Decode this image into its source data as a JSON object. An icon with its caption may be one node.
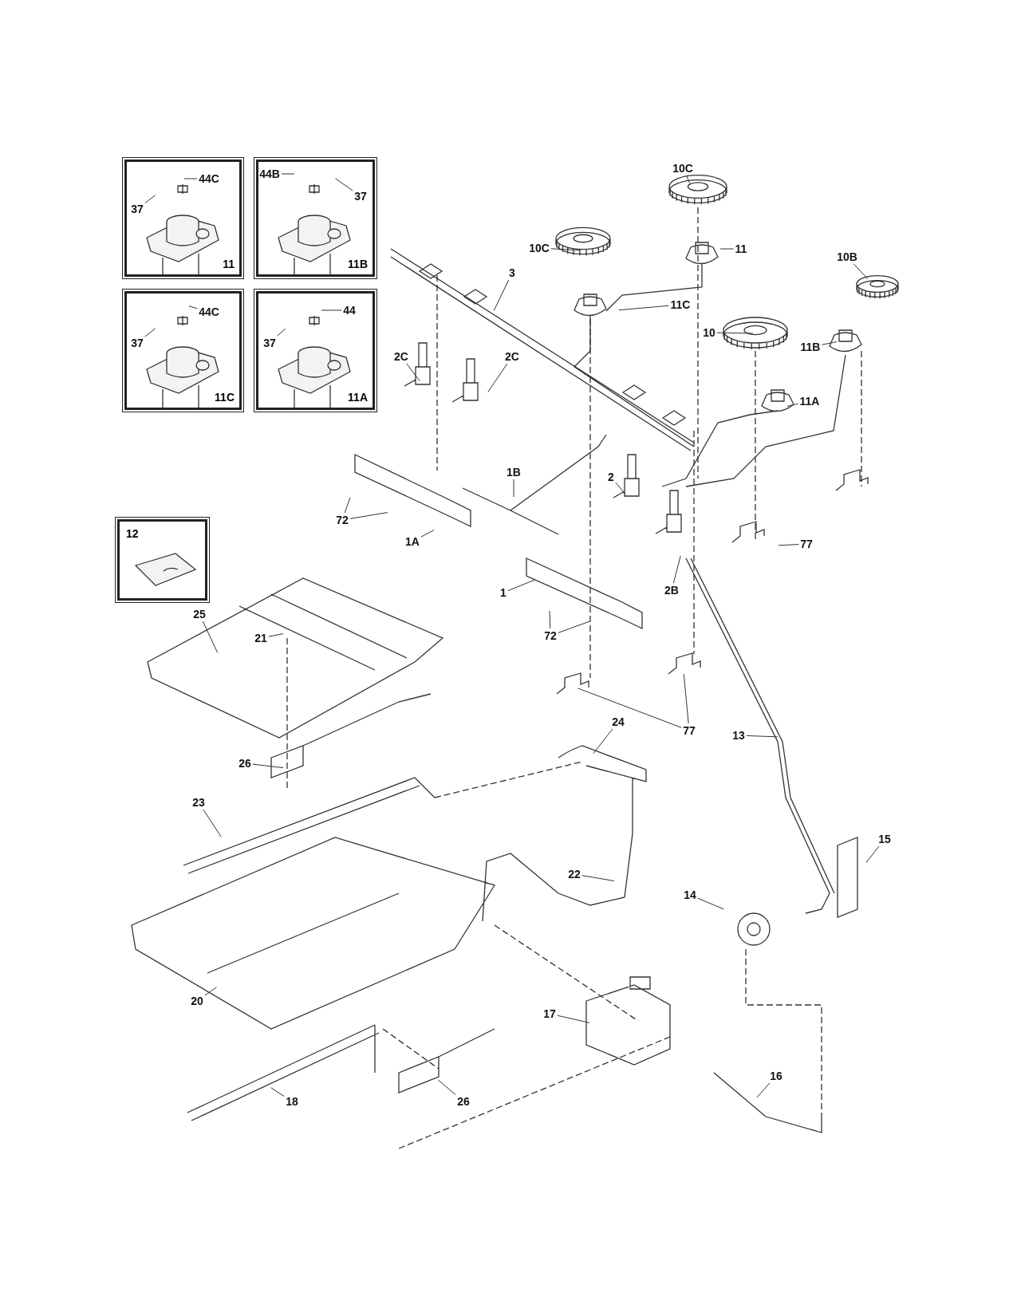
{
  "diagram": {
    "nodes": [
      {
        "text": [
          "11"
        ]
      },
      {
        "text": [
          "44C"
        ],
        "in": 0
      },
      {
        "text": [
          "37"
        ],
        "in": 0
      },
      {
        "text": [
          "11B"
        ]
      },
      {
        "text": [
          "44B"
        ],
        "in": 3
      },
      {
        "text": [
          "37"
        ],
        "in": 3
      },
      {
        "text": [
          "11C"
        ]
      },
      {
        "text": [
          "44C"
        ],
        "in": 6
      },
      {
        "text": [
          "37"
        ],
        "in": 6
      },
      {
        "text": [
          "11A"
        ]
      },
      {
        "text": [
          "44"
        ],
        "in": 9
      },
      {
        "text": [
          "37"
        ],
        "in": 9
      },
      {
        "text": [
          "12"
        ]
      },
      {
        "text": [
          "10C"
        ]
      },
      {
        "text": [
          "11"
        ]
      },
      {
        "text": [
          "10C"
        ]
      },
      {
        "text": [
          "3"
        ]
      },
      {
        "text": [
          "11C"
        ]
      },
      {
        "text": [
          "10B"
        ]
      },
      {
        "text": [
          "11B"
        ]
      },
      {
        "text": [
          "10"
        ]
      },
      {
        "text": [
          "11A"
        ]
      },
      {
        "text": [
          "2C"
        ]
      },
      {
        "text": [
          "2C"
        ]
      },
      {
        "text": [
          "1B"
        ]
      },
      {
        "text": [
          "2"
        ]
      },
      {
        "text": [
          "72"
        ]
      },
      {
        "text": [
          "1A"
        ]
      },
      {
        "text": [
          "2B"
        ]
      },
      {
        "text": [
          "77"
        ]
      },
      {
        "text": [
          "1"
        ]
      },
      {
        "text": [
          "72"
        ]
      },
      {
        "text": [
          "77"
        ]
      },
      {
        "text": [
          "13"
        ]
      },
      {
        "text": [
          "25"
        ]
      },
      {
        "text": [
          "21"
        ]
      },
      {
        "text": [
          "26"
        ]
      },
      {
        "text": [
          "24"
        ]
      },
      {
        "text": [
          "23"
        ]
      },
      {
        "text": [
          "22"
        ]
      },
      {
        "text": [
          "15"
        ]
      },
      {
        "text": [
          "14"
        ]
      },
      {
        "text": [
          "20"
        ]
      },
      {
        "text": [
          "17"
        ]
      },
      {
        "text": [
          "16"
        ]
      },
      {
        "text": [
          "18"
        ]
      },
      {
        "text": [
          "26"
        ]
      }
    ],
    "edges": [
      {
        "from": 1,
        "to": null,
        "arrow": "none"
      },
      {
        "from": 2,
        "to": null,
        "arrow": "none"
      },
      {
        "from": 4,
        "to": null,
        "arrow": "none"
      },
      {
        "from": 5,
        "to": null,
        "arrow": "none"
      },
      {
        "from": 7,
        "to": null,
        "arrow": "none"
      },
      {
        "from": 8,
        "to": null,
        "arrow": "none"
      },
      {
        "from": 10,
        "to": null,
        "arrow": "none"
      },
      {
        "from": 11,
        "to": null,
        "arrow": "none"
      },
      {
        "from": 13,
        "to": null,
        "arrow": "none"
      },
      {
        "from": 14,
        "to": null,
        "arrow": "none"
      },
      {
        "from": 15,
        "to": null,
        "arrow": "none"
      },
      {
        "from": 16,
        "to": null,
        "arrow": "none"
      },
      {
        "from": 17,
        "to": null,
        "arrow": "none"
      },
      {
        "from": 18,
        "to": null,
        "arrow": "none"
      },
      {
        "from": 19,
        "to": null,
        "arrow": "none"
      },
      {
        "from": 20,
        "to": null,
        "arrow": "none"
      },
      {
        "from": 21,
        "to": null,
        "arrow": "none"
      },
      {
        "from": 22,
        "to": null,
        "arrow": "none"
      },
      {
        "from": 23,
        "to": null,
        "arrow": "none"
      },
      {
        "from": 24,
        "to": null,
        "arrow": "none"
      },
      {
        "from": 25,
        "to": null,
        "arrow": "none"
      },
      {
        "from": 26,
        "to": null,
        "arrow": "none"
      },
      {
        "from": 26,
        "to": null,
        "arrow": "none"
      },
      {
        "from": 27,
        "to": null,
        "arrow": "none"
      },
      {
        "from": 28,
        "to": null,
        "arrow": "none"
      },
      {
        "from": 29,
        "to": null,
        "arrow": "none"
      },
      {
        "from": 30,
        "to": null,
        "arrow": "none"
      },
      {
        "from": 31,
        "to": null,
        "arrow": "none"
      },
      {
        "from": 31,
        "to": null,
        "arrow": "none"
      },
      {
        "from": 32,
        "to": null,
        "arrow": "none"
      },
      {
        "from": 32,
        "to": null,
        "arrow": "none"
      },
      {
        "from": 33,
        "to": null,
        "arrow": "none"
      },
      {
        "from": 34,
        "to": null,
        "arrow": "none"
      },
      {
        "from": 35,
        "to": null,
        "arrow": "none"
      },
      {
        "from": 36,
        "to": null,
        "arrow": "none"
      },
      {
        "from": 37,
        "to": null,
        "arrow": "none"
      },
      {
        "from": 38,
        "to": null,
        "arrow": "none"
      },
      {
        "from": 39,
        "to": null,
        "arrow": "none"
      },
      {
        "from": 40,
        "to": null,
        "arrow": "none"
      },
      {
        "from": 41,
        "to": null,
        "arrow": "none"
      },
      {
        "from": 42,
        "to": null,
        "arrow": "none"
      },
      {
        "from": 43,
        "to": null,
        "arrow": "none"
      },
      {
        "from": 44,
        "to": null,
        "arrow": "none"
      },
      {
        "from": 45,
        "to": null,
        "arrow": "none"
      },
      {
        "from": 46,
        "to": null,
        "arrow": "none"
      }
    ]
  }
}
